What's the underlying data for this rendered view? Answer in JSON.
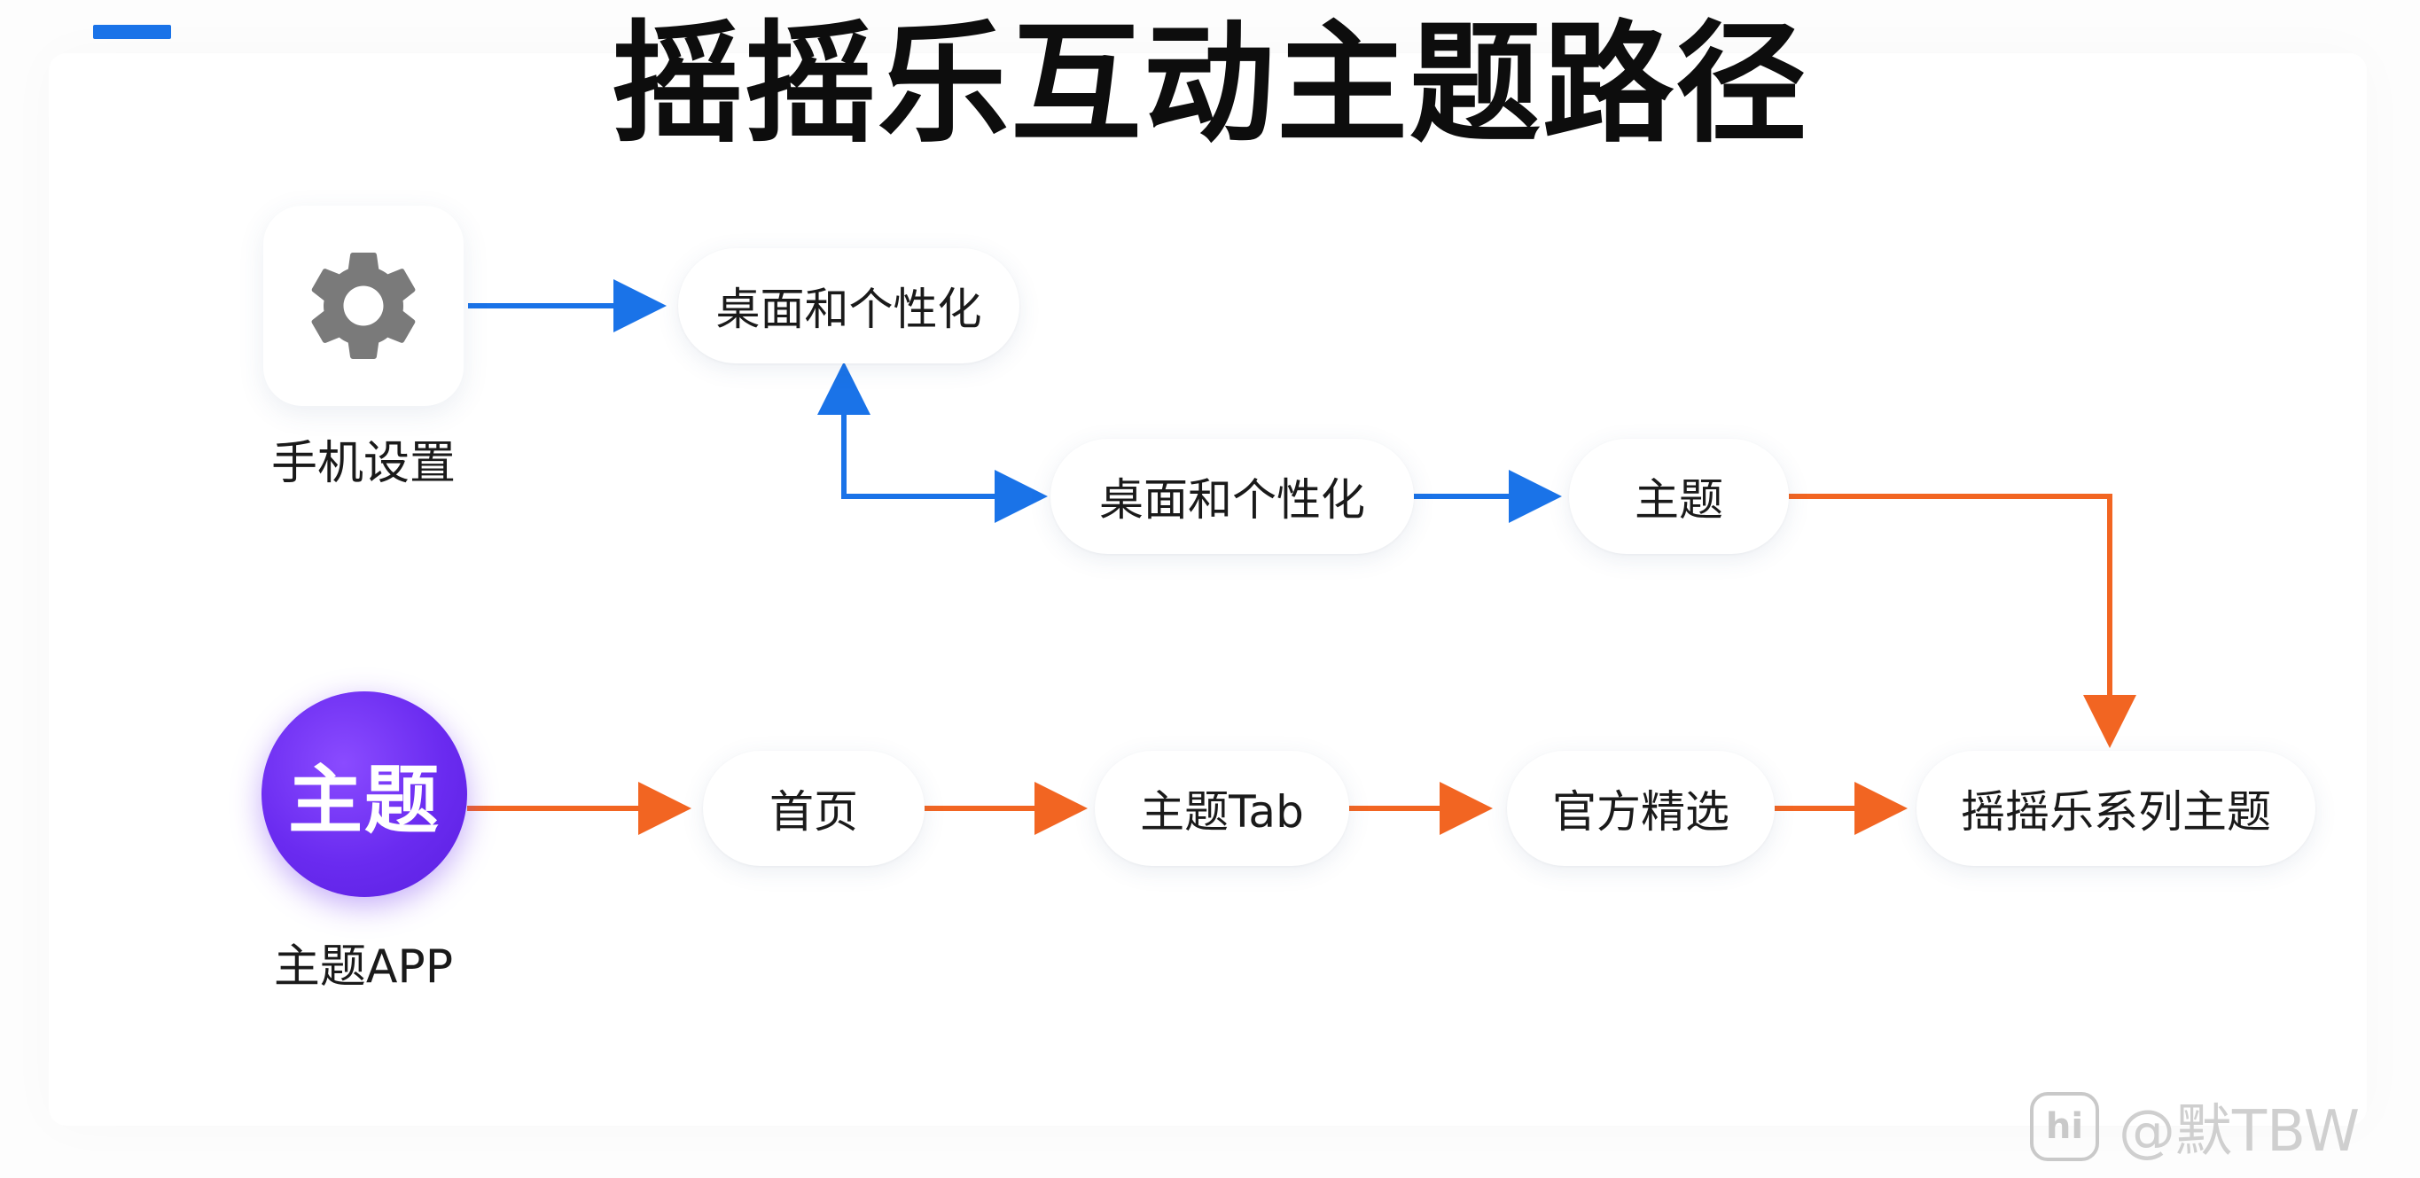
{
  "title": "摇摇乐互动主题路径",
  "colors": {
    "blue_path": "#1a73e8",
    "orange_path": "#f26522",
    "app_icon": "#6a2bf0",
    "gear": "#7a7a7a"
  },
  "sources": {
    "settings": {
      "label": "手机设置",
      "icon": "gear-icon"
    },
    "theme_app": {
      "label": "主题APP",
      "icon_text": "主题"
    }
  },
  "settings_path": {
    "step1": "桌面和个性化",
    "step2": "桌面和个性化",
    "step3": "主题"
  },
  "app_path": {
    "step1": "首页",
    "step2": "主题Tab",
    "step3": "官方精选",
    "destination": "摇摇乐系列主题"
  },
  "watermark": {
    "logo": "hi",
    "text": "@默TBW"
  }
}
